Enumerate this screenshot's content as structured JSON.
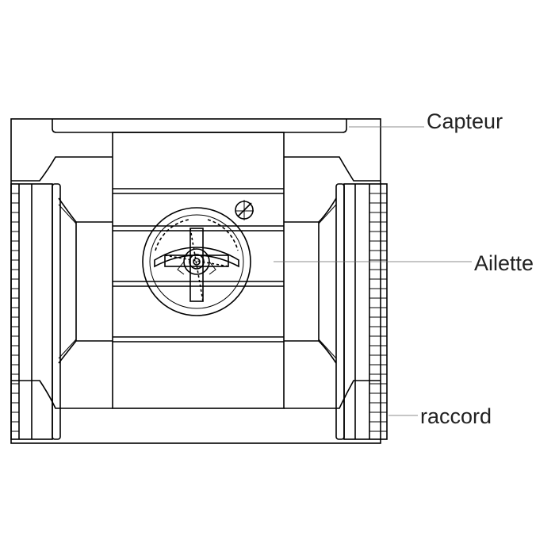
{
  "labels": {
    "capteur": "Capteur",
    "ailette": "Ailette",
    "raccord": "raccord"
  },
  "colors": {
    "line": "#000000",
    "leader": "#666666",
    "text": "#222222",
    "background": "#ffffff"
  }
}
